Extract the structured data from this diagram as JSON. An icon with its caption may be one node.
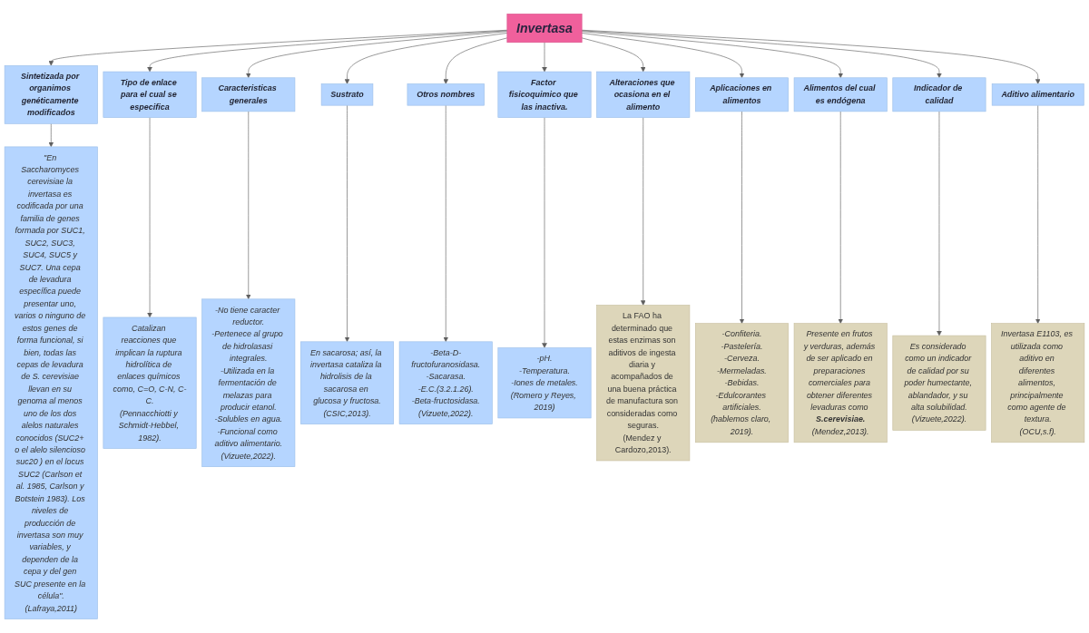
{
  "diagram": {
    "nodes": [
      {
        "text": [
          "Invertasa"
        ]
      },
      {
        "text": [
          "Sintetizada por organimos genéticamente modificados"
        ]
      },
      {
        "text": [
          "\"En Saccharomyces cerevisiae la invertasa es codificada por una familia de genes formada por SUC1, SUC2, SUC3, SUC4, SUC5 y SUC7. Una cepa de levadura específica puede presentar uno, varios o ninguno de estos genes de forma funcional, si bien, todas las cepas de levadura de S. cerevisiae llevan en su genoma al menos uno de los dos alelos naturales conocidos (SUC2+ o el alelo silencioso suc20 ) en el locus SUC2 (Carlson et al. 1985, Carlson y Botstein 1983). Los niveles de producción de invertasa son muy variables, y dependen de la cepa y del gen SUC presente en la célula\".",
          "(Lafraya,2011)"
        ]
      },
      {
        "text": [
          "Tipo de enlace para el cual se especifica"
        ]
      },
      {
        "text": [
          "Catalizan reacciones que implican la ruptura hidrolítica de enlaces químicos como, C=O, C-N, C-C.",
          "(Pennacchiotti y Schmidt-Hebbel, 1982)."
        ]
      },
      {
        "text": [
          "Caracteristicas generales"
        ]
      },
      {
        "text": [
          "-No tiene caracter reductor.",
          "-Pertenece al grupo de hidrolasasi integrales.",
          "-Utilizada en la fermentación de melazas para producir etanol.",
          "-Solubles en agua.",
          "-Funcional como aditivo alimentario.",
          "(Vizuete,2022)."
        ]
      },
      {
        "text": [
          "Sustrato"
        ]
      },
      {
        "text": [
          "En sacarosa; así, la invertasa cataliza la hidrolisis de la sacarosa en glucosa y fructosa.",
          "(CSIC,2013)."
        ]
      },
      {
        "text": [
          "Otros nombres"
        ]
      },
      {
        "text": [
          "-Beta-D-fructofuranosidasa.",
          "-Sacarasa.",
          "-E.C.(3.2.1.26).",
          "-Beta-fructosidasa.",
          "(Vizuete,2022)."
        ]
      },
      {
        "text": [
          "Factor fisicoquimico que las inactiva."
        ]
      },
      {
        "text": [
          "-pH.",
          "-Temperatura.",
          "-Iones de metales.",
          "(Romero y Reyes, 2019)"
        ]
      },
      {
        "text": [
          "Alteraciones que ocasiona en el alimento"
        ]
      },
      {
        "text": [
          "La FAO ha determinado que estas enzimas son aditivos de ingesta diaria y acompañados de una buena práctica de manufactura son consideradas como seguras.",
          "(Mendez y Cardozo,2013)."
        ]
      },
      {
        "text": [
          "Aplicaciones en alimentos"
        ]
      },
      {
        "text": [
          "-Confiteria.",
          "-Pastelería.",
          "-Cerveza.",
          "-Mermeladas.",
          "-Bebidas.",
          "-Edulcorantes artificiales.",
          "(hablemos claro, 2019)."
        ]
      },
      {
        "text": [
          "Alimentos del cual es endógena"
        ]
      },
      {
        "text": [
          "Presente en frutos y verduras, además de ser aplicado en preparaciones comerciales para obtener diferentes levaduras como **S.cerevisiae.**",
          "(Mendez,2013)."
        ]
      },
      {
        "text": [
          "Indicador de calidad"
        ]
      },
      {
        "text": [
          "Es considerado como un indicador de calidad por su poder humectante, ablandador, y su alta solubilidad.",
          "(Vizuete,2022)."
        ]
      },
      {
        "text": [
          "Aditivo alimentario"
        ]
      },
      {
        "text": [
          "Invertasa E1103, es utilizada como aditivo en diferentes alimentos, principalmente como agente de textura.",
          "(OCU,s.f)."
        ]
      }
    ],
    "edges": [
      {
        "from": 0,
        "to": 1,
        "arrow": "to"
      },
      {
        "from": 1,
        "to": 2,
        "arrow": "to"
      },
      {
        "from": 0,
        "to": 3,
        "arrow": "to"
      },
      {
        "from": 3,
        "to": 4,
        "arrow": "to"
      },
      {
        "from": 0,
        "to": 5,
        "arrow": "to"
      },
      {
        "from": 5,
        "to": 6,
        "arrow": "to"
      },
      {
        "from": 0,
        "to": 7,
        "arrow": "to"
      },
      {
        "from": 7,
        "to": 8,
        "arrow": "to"
      },
      {
        "from": 0,
        "to": 9,
        "arrow": "to"
      },
      {
        "from": 9,
        "to": 10,
        "arrow": "to"
      },
      {
        "from": 0,
        "to": 11,
        "arrow": "to"
      },
      {
        "from": 11,
        "to": 12,
        "arrow": "to"
      },
      {
        "from": 0,
        "to": 13,
        "arrow": "to"
      },
      {
        "from": 13,
        "to": 14,
        "arrow": "to"
      },
      {
        "from": 0,
        "to": 15,
        "arrow": "to"
      },
      {
        "from": 15,
        "to": 16,
        "arrow": "to"
      },
      {
        "from": 0,
        "to": 17,
        "arrow": "to"
      },
      {
        "from": 17,
        "to": 18,
        "arrow": "to"
      },
      {
        "from": 0,
        "to": 19,
        "arrow": "to"
      },
      {
        "from": 19,
        "to": 20,
        "arrow": "to"
      },
      {
        "from": 0,
        "to": 21,
        "arrow": "to"
      },
      {
        "from": 21,
        "to": 22,
        "arrow": "to"
      }
    ]
  }
}
